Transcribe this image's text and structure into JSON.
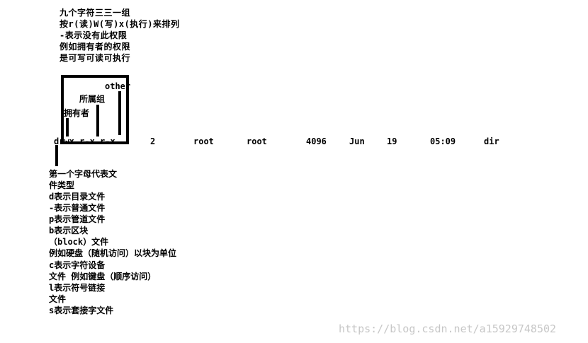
{
  "top_notes": [
    "九个字符三三一组",
    "按r(读)W(写)x(执行)来排列",
    "-表示没有此权限",
    "例如拥有者的权限",
    "是可写可读可执行"
  ],
  "box_labels": {
    "other": "other",
    "group": "所属组",
    "owner": "拥有者"
  },
  "listing": {
    "perm": "drwx r-x r-x.",
    "links": "2",
    "user": "root",
    "group": "root",
    "size": "4096",
    "month": "Jun",
    "day": "19",
    "time": "05:09",
    "name": "dir"
  },
  "type_notes": [
    "第一个字母代表文",
    "件类型",
    "d表示目录文件",
    "-表示普通文件",
    "p表示管道文件",
    "b表示区块",
    "（block）文件",
    "例如硬盘（随机访问）以块为单位",
    "c表示字符设备",
    "文件 例如键盘（顺序访问）",
    "l表示符号链接",
    "文件",
    "s表示套接字文件"
  ],
  "watermark": "https://blog.csdn.net/a15929748502"
}
